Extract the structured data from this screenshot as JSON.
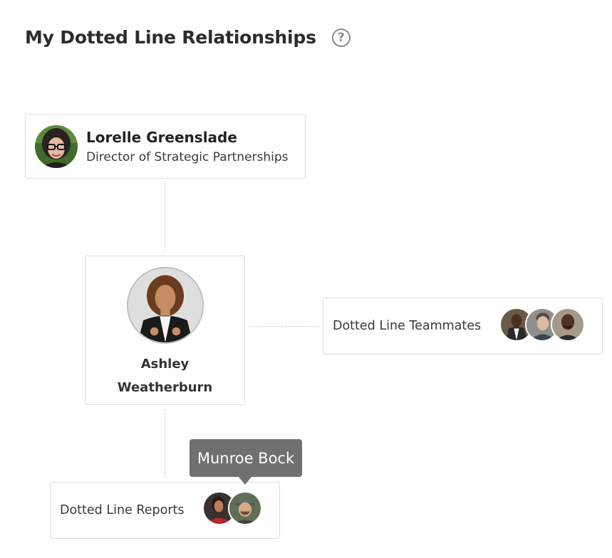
{
  "header": {
    "title": "My Dotted Line Relationships",
    "help_icon": "question-circle-icon"
  },
  "manager": {
    "name": "Lorelle Greenslade",
    "title": "Director of Strategic Partnerships",
    "avatar": "person-photo-avatar"
  },
  "self": {
    "name": "Ashley Weatherburn",
    "avatar": "person-photo-avatar"
  },
  "teammates": {
    "label": "Dotted Line Teammates",
    "avatars": [
      "person-photo-avatar",
      "person-photo-avatar",
      "person-photo-avatar"
    ]
  },
  "reports": {
    "label": "Dotted Line Reports",
    "avatars": [
      "person-photo-avatar",
      "person-photo-avatar"
    ]
  },
  "tooltip": {
    "text": "Munroe Bock"
  },
  "colors": {
    "connector": "#d4d4d4",
    "card_border": "#dcdcdc",
    "tooltip_bg": "#707070",
    "help_icon": "#8d8d8d"
  }
}
